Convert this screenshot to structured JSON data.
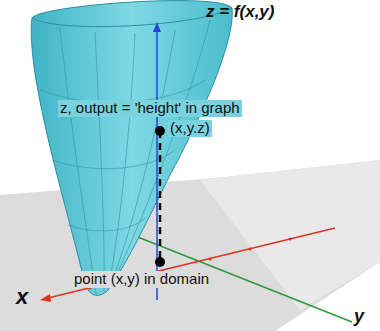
{
  "diagram": {
    "labels": [
      "z = f(x,y)",
      "z, output = 'height' in graph",
      "(x,y.z)",
      "point (x,y) in domain",
      "x",
      "y"
    ]
  }
}
